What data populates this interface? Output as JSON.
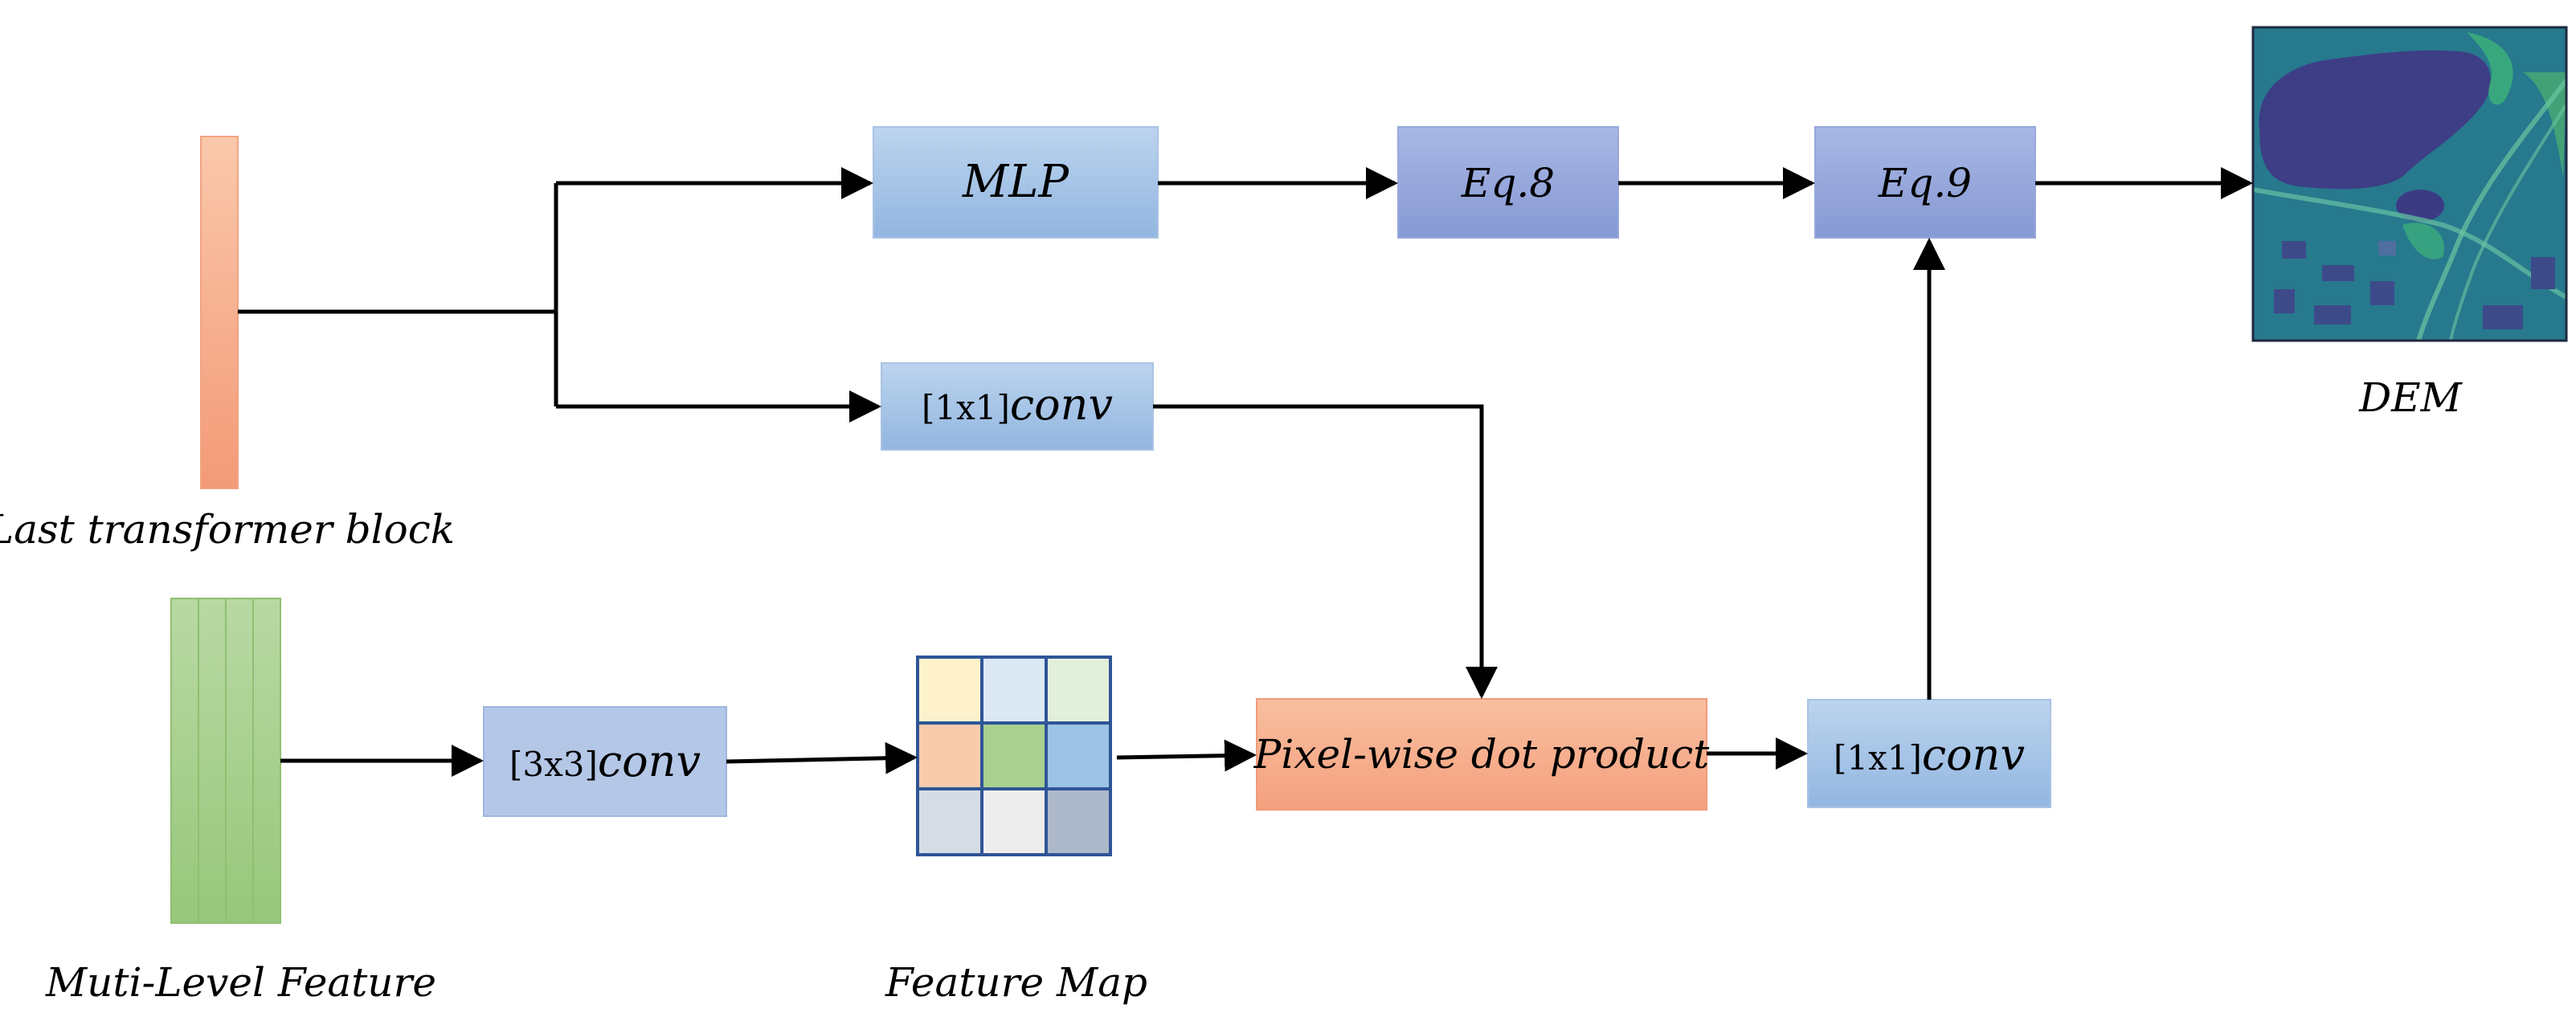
{
  "labels": {
    "last_transformer_block": "Last transformer block",
    "multi_level_feature": "Muti-Level Feature",
    "feature_map": "Feature Map",
    "dem": "DEM"
  },
  "boxes": {
    "mlp": "MLP",
    "eq8": "Eq.8",
    "eq9": "Eq.9",
    "conv_top": {
      "kernel": "[1x1]",
      "op": "conv"
    },
    "conv_3x3": {
      "kernel": "[3x3]",
      "op": "conv"
    },
    "pixel_dot": "Pixel-wise dot product",
    "conv_bottom": {
      "kernel": "[1x1]",
      "op": "conv"
    }
  },
  "colors": {
    "blue_box_top": "#b4cdea",
    "blue_box_bottom": "#8eb2df",
    "eq_box_top": "#a4b2e2",
    "eq_box_bottom": "#8498d6",
    "orange_box_top": "#f8bc9a",
    "orange_box_bottom": "#f49c7c",
    "transformer_top": "#f9c4a6",
    "transformer_bottom": "#f49a78",
    "feature_green": "#a9d08e",
    "grid_border": "#2f5597",
    "dem_dark": "#3d3e86",
    "dem_teal": "#21918c",
    "arrow": "#000000"
  },
  "feature_map_cells": [
    "#fdf2cc",
    "#dde8f5",
    "#e2efda",
    "#f8cbad",
    "#a9d08e",
    "#9dc3e6",
    "#d6dce5",
    "#ededed",
    "#adb9ca"
  ]
}
